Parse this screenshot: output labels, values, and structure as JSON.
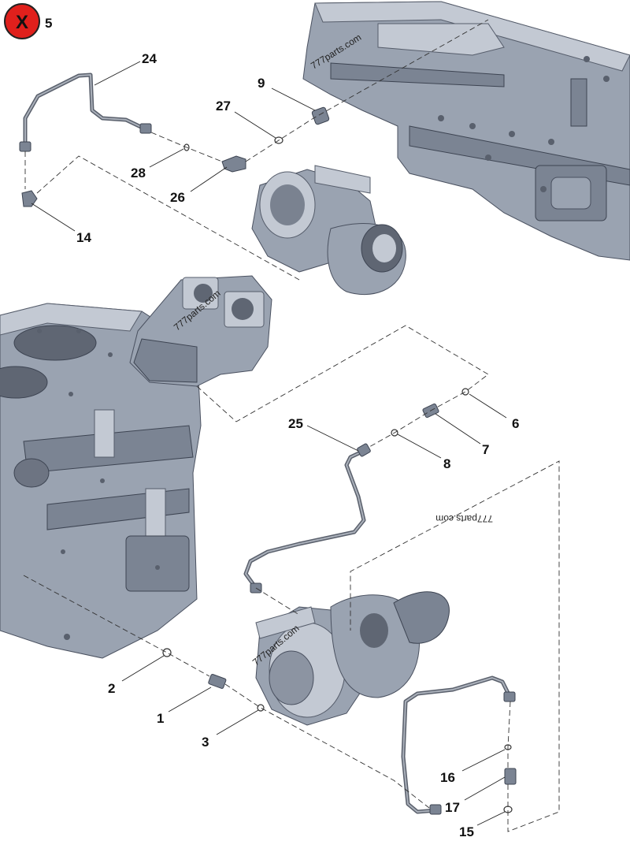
{
  "badge": {
    "symbol": "X",
    "label": "5",
    "color": "#e0201c"
  },
  "watermark": "777parts.com",
  "callouts": {
    "c24": "24",
    "c9": "9",
    "c27": "27",
    "c28": "28",
    "c26": "26",
    "c14": "14",
    "c25": "25",
    "c6": "6",
    "c7": "7",
    "c8": "8",
    "c2": "2",
    "c1": "1",
    "c3": "3",
    "c16": "16",
    "c17": "17",
    "c15": "15"
  }
}
